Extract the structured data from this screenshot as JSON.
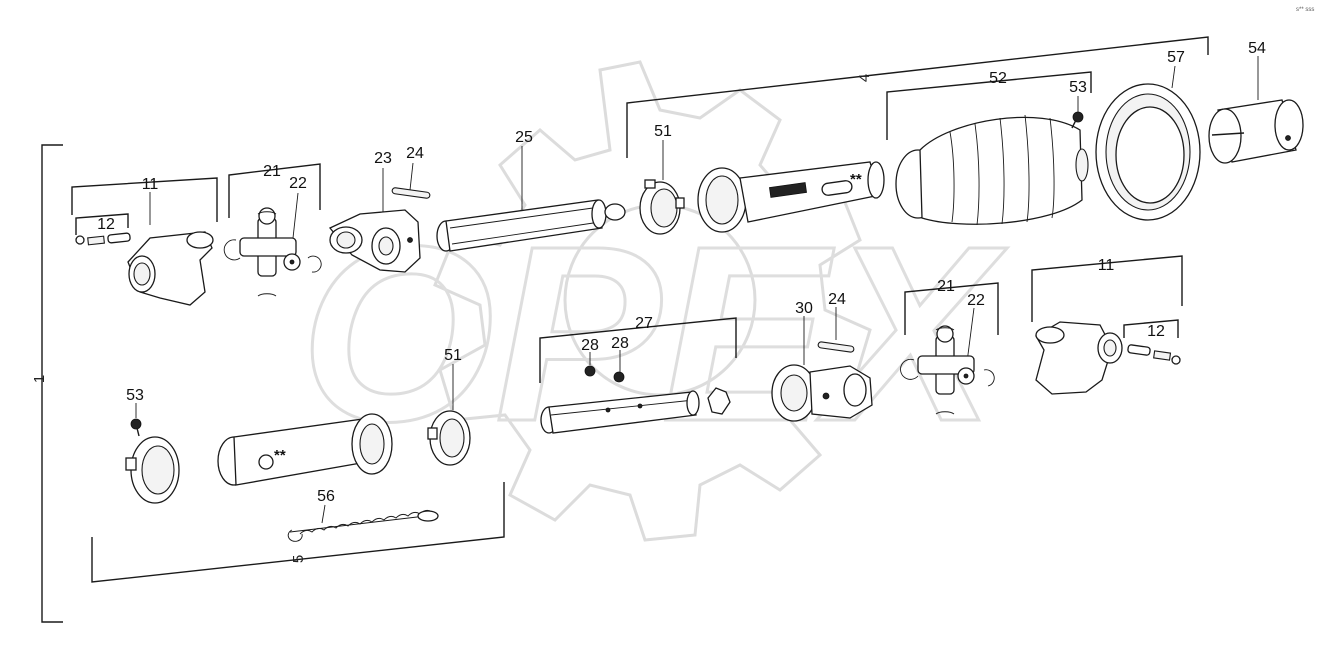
{
  "labels": {
    "l11a": "11",
    "l12a": "12",
    "l21a": "21",
    "l22a": "22",
    "l23": "23",
    "l24a": "24",
    "l25": "25",
    "l51a": "51",
    "l52": "52",
    "l53a": "53",
    "l57": "57",
    "l54": "54",
    "l4": "4",
    "l1": "1",
    "l53b": "53",
    "l51b": "51",
    "l56": "56",
    "l5": "5",
    "l27": "27",
    "l28a": "28",
    "l28b": "28",
    "l30": "30",
    "l24b": "24",
    "l21b": "21",
    "l22b": "22",
    "l11b": "11",
    "l12b": "12"
  },
  "marks": {
    "double_asterisk": "**"
  },
  "watermark": {
    "text": "OPEX"
  },
  "corner_code": "s** sss"
}
